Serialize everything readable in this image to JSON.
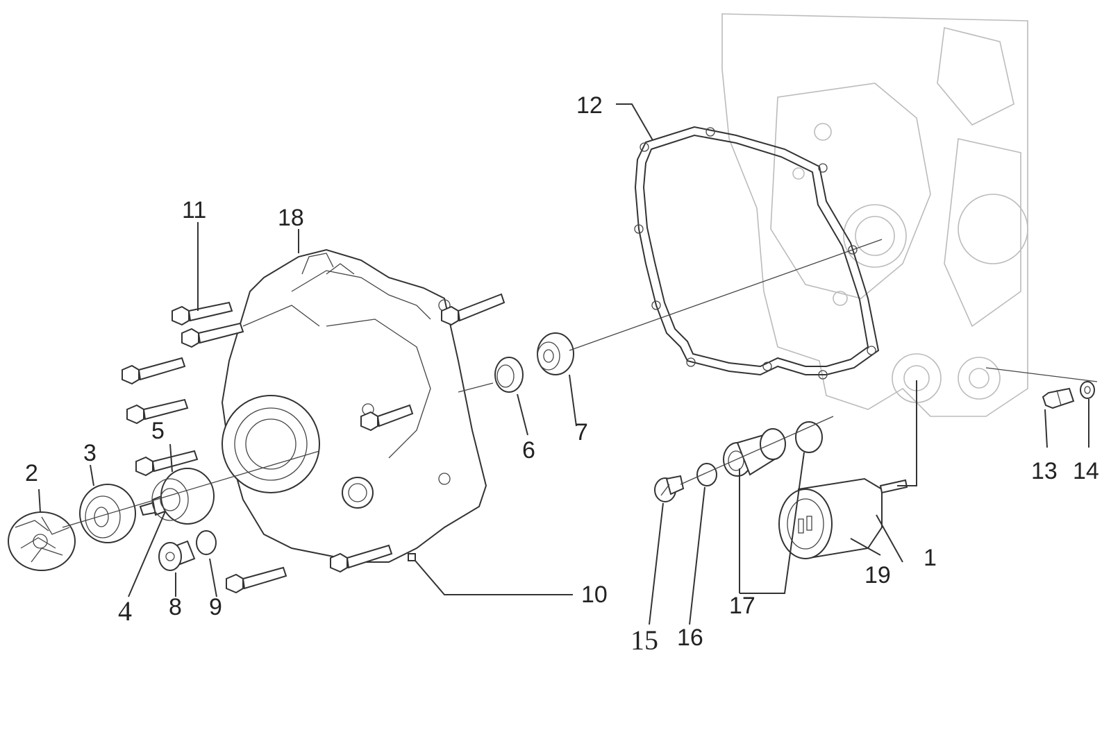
{
  "diagram": {
    "type": "exploded-parts-view",
    "callouts": [
      {
        "id": "1",
        "text": "1"
      },
      {
        "id": "2",
        "text": "2"
      },
      {
        "id": "3",
        "text": "3"
      },
      {
        "id": "4",
        "text": "4"
      },
      {
        "id": "5",
        "text": "5"
      },
      {
        "id": "6",
        "text": "6"
      },
      {
        "id": "7",
        "text": "7"
      },
      {
        "id": "8",
        "text": "8"
      },
      {
        "id": "9",
        "text": "9"
      },
      {
        "id": "10",
        "text": "10"
      },
      {
        "id": "11",
        "text": "11"
      },
      {
        "id": "12",
        "text": "12"
      },
      {
        "id": "13",
        "text": "13"
      },
      {
        "id": "14",
        "text": "14"
      },
      {
        "id": "15",
        "text": "15"
      },
      {
        "id": "16",
        "text": "16"
      },
      {
        "id": "17",
        "text": "17"
      },
      {
        "id": "18",
        "text": "18"
      },
      {
        "id": "19",
        "text": "19"
      }
    ]
  }
}
